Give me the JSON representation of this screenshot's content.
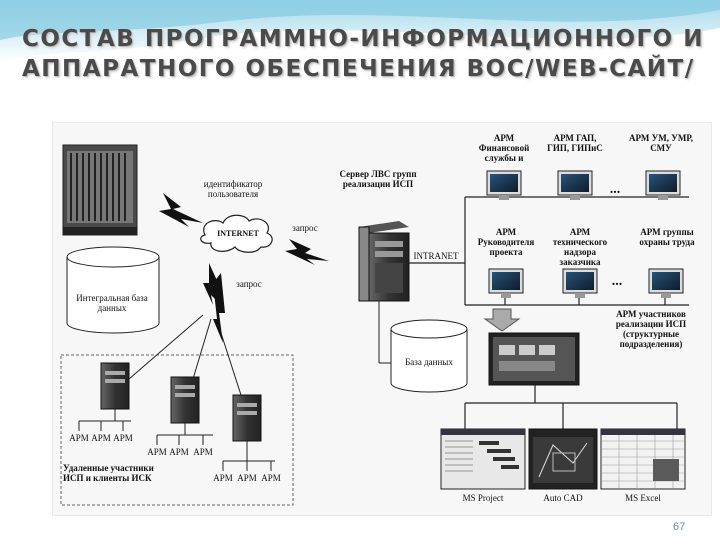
{
  "slide": {
    "title_line1": "СОСТАВ ПРОГРАММНО-ИНФОРМАЦИОННОГО И",
    "title_line2": "АППАРАТНОГО ОБЕСПЕЧЕНИЯ ВОС/WEB-САЙТ/",
    "page_number": "67"
  },
  "diagram": {
    "user_id": "идентификатор пользователя",
    "internet": "INTERNET",
    "request_top": "запрос",
    "request_bottom": "запрос",
    "integral_db": "Интегральная база данных",
    "server": "Сервер ЛВС групп реализации ИСП",
    "intranet": "INTRANET",
    "database": "База данных",
    "arm_top": [
      "АРМ Финансовой службы и",
      "АРМ ГАП, ГИП, ГИПиС",
      "АРМ УМ, УМР, СМУ"
    ],
    "arm_mid": [
      "АРМ Руководителя проекта",
      "АРМ технического надзора заказчика",
      "АРМ группы охраны труда"
    ],
    "ellipsis": "...",
    "arm_participants": "АРМ участников реализации ИСП (структурные подразделения)",
    "arm": "АРМ",
    "remote": "Удаленные участники ИСП и клиенты ИСК",
    "apps": [
      "MS Project",
      "Auto CAD",
      "MS Excel"
    ]
  },
  "colors": {
    "title": "#4a4a4a",
    "wave": "#bfe3ef",
    "line": "#222222",
    "monitor_screen": "#1c3b5a",
    "figure_bg": "#f7f7f7"
  }
}
